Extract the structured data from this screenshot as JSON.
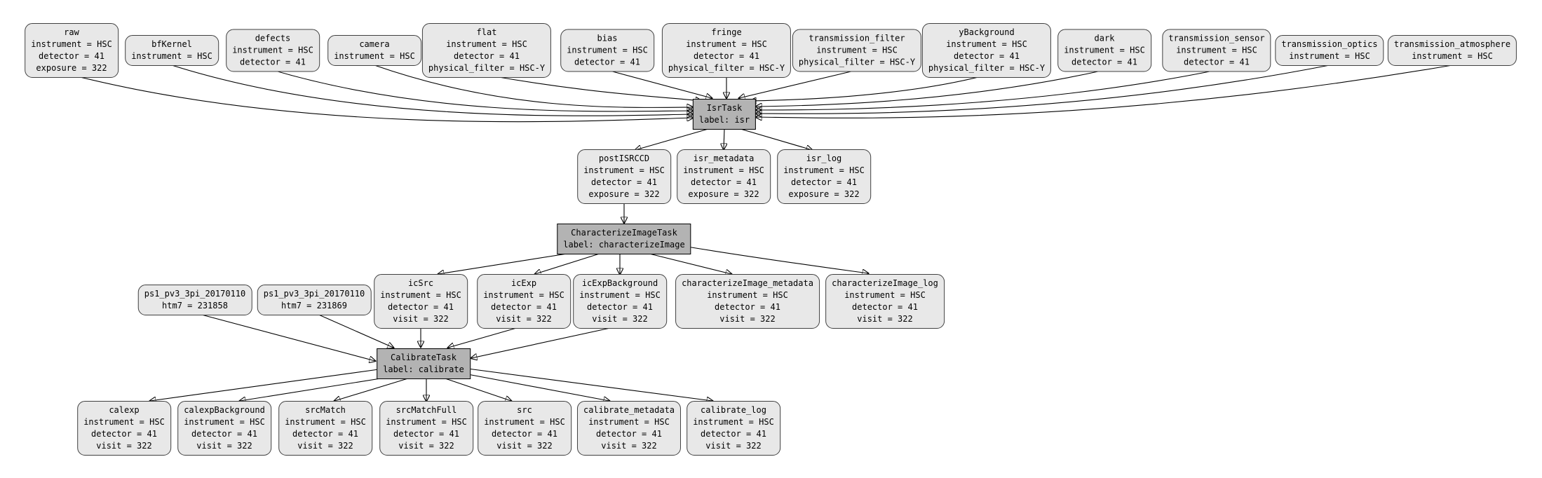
{
  "colors": {
    "dataset_fill": "#e8e8e8",
    "task_fill": "#b3b3b3",
    "node_border": "#404040",
    "edge_color": "#000000",
    "background": "#ffffff"
  },
  "tasks": {
    "isr": {
      "title": "IsrTask",
      "label": "label: isr"
    },
    "characterizeImage": {
      "title": "CharacterizeImageTask",
      "label": "label: characterizeImage"
    },
    "calibrate": {
      "title": "CalibrateTask",
      "label": "label: calibrate"
    }
  },
  "datasets": {
    "raw": {
      "title": "raw",
      "attrs": [
        "instrument = HSC",
        "detector = 41",
        "exposure = 322"
      ]
    },
    "bfKernel": {
      "title": "bfKernel",
      "attrs": [
        "instrument = HSC"
      ]
    },
    "defects": {
      "title": "defects",
      "attrs": [
        "instrument = HSC",
        "detector = 41"
      ]
    },
    "camera": {
      "title": "camera",
      "attrs": [
        "instrument = HSC"
      ]
    },
    "flat": {
      "title": "flat",
      "attrs": [
        "instrument = HSC",
        "detector = 41",
        "physical_filter = HSC-Y"
      ]
    },
    "bias": {
      "title": "bias",
      "attrs": [
        "instrument = HSC",
        "detector = 41"
      ]
    },
    "fringe": {
      "title": "fringe",
      "attrs": [
        "instrument = HSC",
        "detector = 41",
        "physical_filter = HSC-Y"
      ]
    },
    "transmission_filter": {
      "title": "transmission_filter",
      "attrs": [
        "instrument = HSC",
        "physical_filter = HSC-Y"
      ]
    },
    "yBackground": {
      "title": "yBackground",
      "attrs": [
        "instrument = HSC",
        "detector = 41",
        "physical_filter = HSC-Y"
      ]
    },
    "dark": {
      "title": "dark",
      "attrs": [
        "instrument = HSC",
        "detector = 41"
      ]
    },
    "transmission_sensor": {
      "title": "transmission_sensor",
      "attrs": [
        "instrument = HSC",
        "detector = 41"
      ]
    },
    "transmission_optics": {
      "title": "transmission_optics",
      "attrs": [
        "instrument = HSC"
      ]
    },
    "transmission_atmosphere": {
      "title": "transmission_atmosphere",
      "attrs": [
        "instrument = HSC"
      ]
    },
    "postISRCCD": {
      "title": "postISRCCD",
      "attrs": [
        "instrument = HSC",
        "detector = 41",
        "exposure = 322"
      ]
    },
    "isr_metadata": {
      "title": "isr_metadata",
      "attrs": [
        "instrument = HSC",
        "detector = 41",
        "exposure = 322"
      ]
    },
    "isr_log": {
      "title": "isr_log",
      "attrs": [
        "instrument = HSC",
        "detector = 41",
        "exposure = 322"
      ]
    },
    "ps1_a": {
      "title": "ps1_pv3_3pi_20170110",
      "attrs": [
        "htm7 = 231858"
      ]
    },
    "ps1_b": {
      "title": "ps1_pv3_3pi_20170110",
      "attrs": [
        "htm7 = 231869"
      ]
    },
    "icSrc": {
      "title": "icSrc",
      "attrs": [
        "instrument = HSC",
        "detector = 41",
        "visit = 322"
      ]
    },
    "icExp": {
      "title": "icExp",
      "attrs": [
        "instrument = HSC",
        "detector = 41",
        "visit = 322"
      ]
    },
    "icExpBackground": {
      "title": "icExpBackground",
      "attrs": [
        "instrument = HSC",
        "detector = 41",
        "visit = 322"
      ]
    },
    "characterizeImage_metadata": {
      "title": "characterizeImage_metadata",
      "attrs": [
        "instrument = HSC",
        "detector = 41",
        "visit = 322"
      ]
    },
    "characterizeImage_log": {
      "title": "characterizeImage_log",
      "attrs": [
        "instrument = HSC",
        "detector = 41",
        "visit = 322"
      ]
    },
    "calexp": {
      "title": "calexp",
      "attrs": [
        "instrument = HSC",
        "detector = 41",
        "visit = 322"
      ]
    },
    "calexpBackground": {
      "title": "calexpBackground",
      "attrs": [
        "instrument = HSC",
        "detector = 41",
        "visit = 322"
      ]
    },
    "srcMatch": {
      "title": "srcMatch",
      "attrs": [
        "instrument = HSC",
        "detector = 41",
        "visit = 322"
      ]
    },
    "srcMatchFull": {
      "title": "srcMatchFull",
      "attrs": [
        "instrument = HSC",
        "detector = 41",
        "visit = 322"
      ]
    },
    "src": {
      "title": "src",
      "attrs": [
        "instrument = HSC",
        "detector = 41",
        "visit = 322"
      ]
    },
    "calibrate_metadata": {
      "title": "calibrate_metadata",
      "attrs": [
        "instrument = HSC",
        "detector = 41",
        "visit = 322"
      ]
    },
    "calibrate_log": {
      "title": "calibrate_log",
      "attrs": [
        "instrument = HSC",
        "detector = 41",
        "visit = 322"
      ]
    }
  },
  "edges": [
    [
      "raw",
      "IsrTask"
    ],
    [
      "bfKernel",
      "IsrTask"
    ],
    [
      "defects",
      "IsrTask"
    ],
    [
      "camera",
      "IsrTask"
    ],
    [
      "flat",
      "IsrTask"
    ],
    [
      "bias",
      "IsrTask"
    ],
    [
      "fringe",
      "IsrTask"
    ],
    [
      "transmission_filter",
      "IsrTask"
    ],
    [
      "yBackground",
      "IsrTask"
    ],
    [
      "dark",
      "IsrTask"
    ],
    [
      "transmission_sensor",
      "IsrTask"
    ],
    [
      "transmission_optics",
      "IsrTask"
    ],
    [
      "transmission_atmosphere",
      "IsrTask"
    ],
    [
      "IsrTask",
      "postISRCCD"
    ],
    [
      "IsrTask",
      "isr_metadata"
    ],
    [
      "IsrTask",
      "isr_log"
    ],
    [
      "postISRCCD",
      "CharacterizeImageTask"
    ],
    [
      "CharacterizeImageTask",
      "icSrc"
    ],
    [
      "CharacterizeImageTask",
      "icExp"
    ],
    [
      "CharacterizeImageTask",
      "icExpBackground"
    ],
    [
      "CharacterizeImageTask",
      "characterizeImage_metadata"
    ],
    [
      "CharacterizeImageTask",
      "characterizeImage_log"
    ],
    [
      "ps1_pv3_3pi_20170110 (htm7 = 231858)",
      "CalibrateTask"
    ],
    [
      "ps1_pv3_3pi_20170110 (htm7 = 231869)",
      "CalibrateTask"
    ],
    [
      "icSrc",
      "CalibrateTask"
    ],
    [
      "icExp",
      "CalibrateTask"
    ],
    [
      "icExpBackground",
      "CalibrateTask"
    ],
    [
      "CalibrateTask",
      "calexp"
    ],
    [
      "CalibrateTask",
      "calexpBackground"
    ],
    [
      "CalibrateTask",
      "srcMatch"
    ],
    [
      "CalibrateTask",
      "srcMatchFull"
    ],
    [
      "CalibrateTask",
      "src"
    ],
    [
      "CalibrateTask",
      "calibrate_metadata"
    ],
    [
      "CalibrateTask",
      "calibrate_log"
    ]
  ]
}
